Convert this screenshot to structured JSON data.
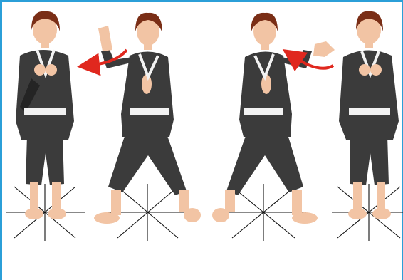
{
  "colors": {
    "frame": "#2b9fd8",
    "uniform": "#3b3b3b",
    "uniform_shadow": "#242424",
    "belt": "#f2f2f2",
    "skin": "#f2c4a4",
    "skin_shadow": "#d99f7f",
    "hair": "#7a2e16",
    "arrow": "#e0281e",
    "ground_lines": "#111111"
  },
  "figures": [
    {
      "name": "ready-stance-front",
      "icon": "martial-artist-ready-icon"
    },
    {
      "name": "block-left-stance",
      "icon": "martial-artist-block-left-icon"
    },
    {
      "name": "block-right-stance",
      "icon": "martial-artist-block-right-icon"
    },
    {
      "name": "ready-stance-side",
      "icon": "martial-artist-ready-icon"
    }
  ],
  "arrows": [
    {
      "name": "motion-arrow-left",
      "direction": "left"
    },
    {
      "name": "motion-arrow-right",
      "direction": "left"
    }
  ]
}
